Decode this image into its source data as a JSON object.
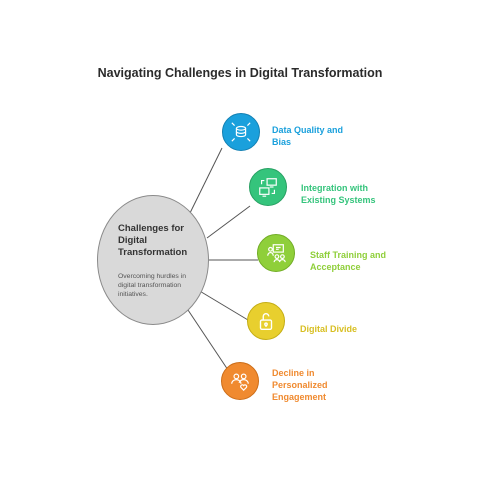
{
  "title": "Navigating Challenges in Digital Transformation",
  "center": {
    "title": "Challenges for Digital Transformation",
    "description": "Overcoming hurdles in digital transformation initiatives."
  },
  "branches": [
    {
      "label": "Data Quality and Bias",
      "color": "#1aa0dc",
      "icon": "database-icon"
    },
    {
      "label": "Integration with Existing Systems",
      "color": "#35c47c",
      "icon": "computers-sync-icon"
    },
    {
      "label": "Staff Training and Acceptance",
      "color": "#8fcf3a",
      "icon": "training-icon"
    },
    {
      "label": "Digital Divide",
      "color": "#e8cf2e",
      "icon": "padlock-icon"
    },
    {
      "label": "Decline in Personalized Engagement",
      "color": "#f08a2f",
      "icon": "people-heart-icon"
    }
  ]
}
